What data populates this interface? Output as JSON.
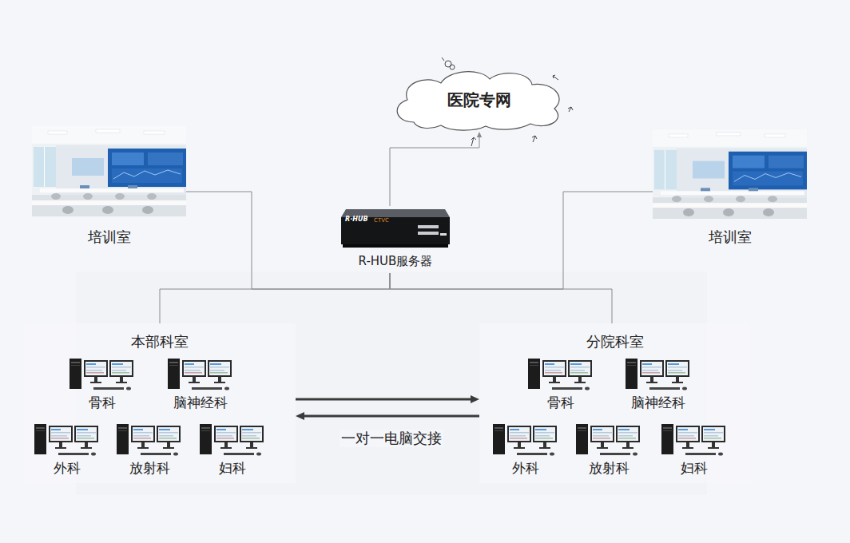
{
  "diagram": {
    "nodes": [
      {
        "text": [
          "医院专网"
        ]
      },
      {
        "text": [
          "培训室"
        ]
      },
      {
        "text": [
          "R-HUB服务器"
        ]
      },
      {
        "text": [
          "培训室"
        ]
      },
      {
        "text": [
          "本部科室"
        ]
      },
      {
        "text": [
          "骨科"
        ],
        "in": 4
      },
      {
        "text": [
          "脑神经科"
        ],
        "in": 4
      },
      {
        "text": [
          "外科"
        ],
        "in": 4
      },
      {
        "text": [
          "放射科"
        ],
        "in": 4
      },
      {
        "text": [
          "妇科"
        ],
        "in": 4
      },
      {
        "text": [
          "分院科室"
        ]
      },
      {
        "text": [
          "骨科"
        ],
        "in": 10
      },
      {
        "text": [
          "脑神经科"
        ],
        "in": 10
      },
      {
        "text": [
          "外科"
        ],
        "in": 10
      },
      {
        "text": [
          "放射科"
        ],
        "in": 10
      },
      {
        "text": [
          "妇科"
        ],
        "in": 10
      }
    ],
    "edges": [
      {
        "from": 2,
        "to": 0,
        "arrow": "to"
      },
      {
        "from": 2,
        "to": 1,
        "arrow": "none"
      },
      {
        "from": 2,
        "to": 3,
        "arrow": "none"
      },
      {
        "from": 2,
        "to": 4,
        "arrow": "none"
      },
      {
        "from": 2,
        "to": 10,
        "arrow": "none"
      },
      {
        "from": 4,
        "to": 10,
        "arrow": "to"
      },
      {
        "from": 10,
        "to": 4,
        "arrow": "to",
        "label": "一对一电脑交接"
      }
    ],
    "labels": [
      "R·HUB",
      "CTVC"
    ]
  }
}
